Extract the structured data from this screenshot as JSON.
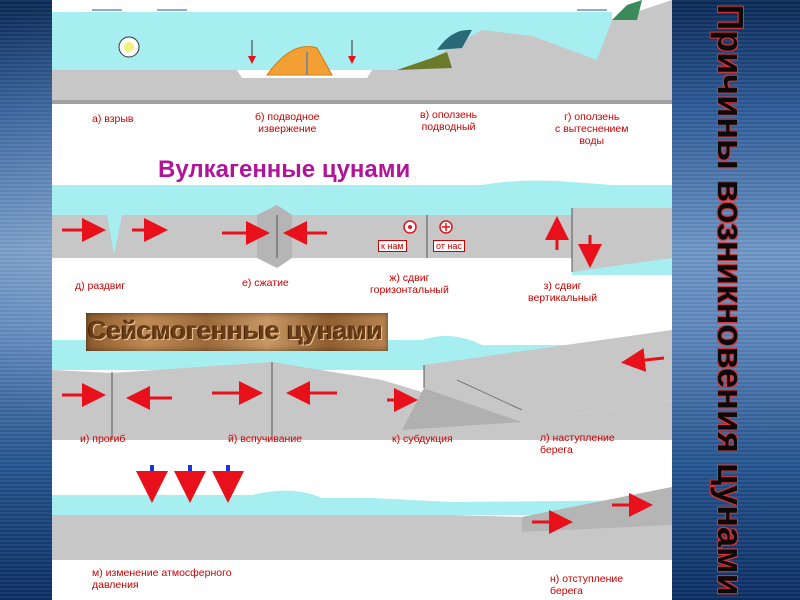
{
  "side_title": "Причины возникновения цунами",
  "volcanic_header": "Вулкагенные цунами",
  "seismic_header": "Сейсмогенные цунами",
  "captions": {
    "a": "а) взрыв",
    "b": "б) подводное\nизвержение",
    "v": "в) оползень\nподводный",
    "g": "г) оползень\nс вытеснением\nводы",
    "d": "д) раздвиг",
    "e": "е) сжатие",
    "zh": "ж) сдвиг\nгоризонтальный",
    "z": "з) сдвиг\nвертикальный",
    "i": "и) прогиб",
    "y": "й) вспучивание",
    "k": "к) субдукция",
    "l": "л) наступление\nберега",
    "m": "м) изменение атмосферного\nдавления",
    "n": "н) отступление\nберега"
  },
  "marker_labels": {
    "toward": "к нам",
    "away": "от нас"
  },
  "colors": {
    "water": "#a6eef0",
    "ground": "#c7c7c7",
    "arrow": "#e8101a",
    "pressure_arrow": "#1a37d6",
    "caption": "#cc0000"
  }
}
